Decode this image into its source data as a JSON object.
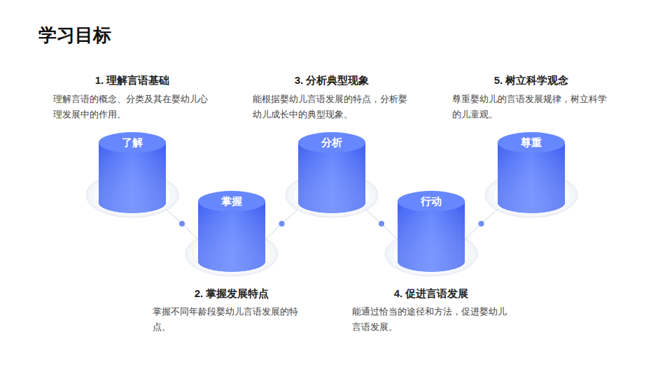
{
  "diagram": {
    "title": "学习目标",
    "nodes": [
      {
        "text": [
          "了解",
          "1. 理解言语基础",
          "理解言语的概念、分类及其在婴幼儿心理发展中的作用。"
        ]
      },
      {
        "text": [
          "掌握",
          "2. 掌握发展特点",
          "掌握不同年龄段婴幼儿言语发展的特点。"
        ]
      },
      {
        "text": [
          "分析",
          "3. 分析典型现象",
          "能根据婴幼儿言语发展的特点，分析婴幼儿成长中的典型现象。"
        ]
      },
      {
        "text": [
          "行动",
          "4. 促进言语发展",
          "能通过恰当的途径和方法，促进婴幼儿言语发展。"
        ]
      },
      {
        "text": [
          "尊重",
          "5. 树立科学观念",
          "尊重婴幼儿的言语发展规律，树立科学的儿童观。"
        ]
      }
    ],
    "edges": [
      {
        "from": 0,
        "to": 1,
        "arrow": "none"
      },
      {
        "from": 1,
        "to": 2,
        "arrow": "none"
      },
      {
        "from": 2,
        "to": 3,
        "arrow": "none"
      },
      {
        "from": 3,
        "to": 4,
        "arrow": "none"
      }
    ]
  }
}
